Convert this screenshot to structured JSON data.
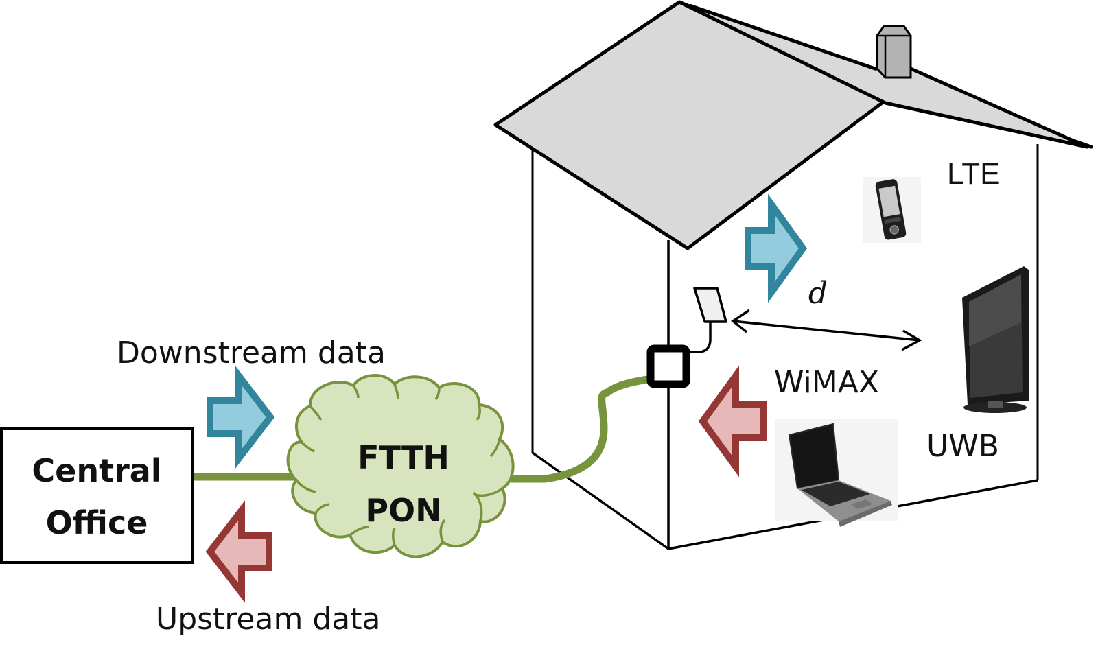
{
  "diagram": {
    "title": "FTTH PON with in-home wireless distribution",
    "central_office": {
      "line1": "Central",
      "line2": "Office"
    },
    "network_cloud": {
      "line1": "FTTH",
      "line2": "PON"
    },
    "downstream_label": "Downstream data",
    "upstream_label": "Upstream data",
    "distance_label": "d",
    "wireless_labels": {
      "lte": "LTE",
      "wimax": "WiMAX",
      "uwb": "UWB"
    },
    "devices": [
      {
        "name": "mobile-phone",
        "technology": "LTE"
      },
      {
        "name": "flat-screen-tv",
        "technology": "UWB"
      },
      {
        "name": "laptop",
        "technology": "WiMAX"
      }
    ],
    "colors": {
      "fiber": "#77933c",
      "cloud_fill": "#d7e4bd",
      "downstream_fill": "#93cddd",
      "downstream_stroke": "#31859c",
      "upstream_fill": "#e6b9b8",
      "upstream_stroke": "#953735",
      "roof": "#d9d9d9",
      "chimney": "#b3b3b3"
    }
  }
}
